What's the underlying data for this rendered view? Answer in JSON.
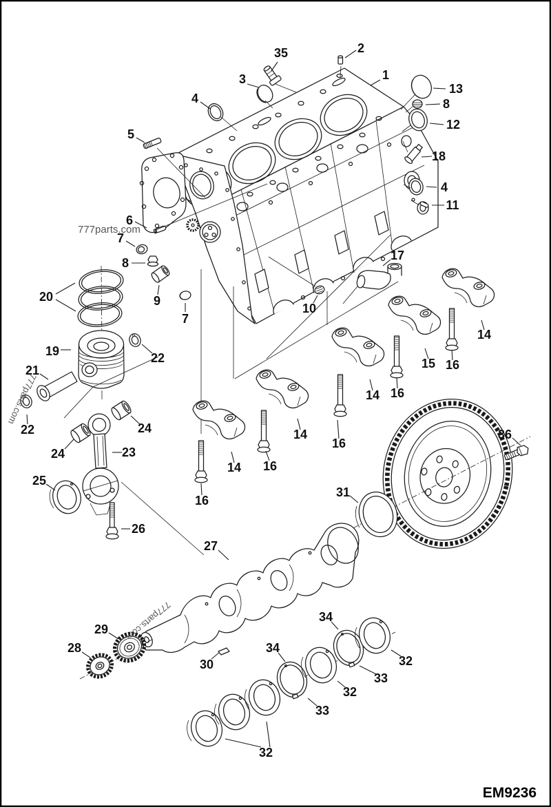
{
  "figure": {
    "code": "EM9236"
  },
  "watermark": {
    "text": "777parts.com"
  },
  "palette": {
    "line": "#1b1b1b",
    "background": "#ffffff",
    "watermark": "#474747"
  },
  "callouts": [
    {
      "n": "35"
    },
    {
      "n": "2"
    },
    {
      "n": "1"
    },
    {
      "n": "3"
    },
    {
      "n": "13"
    },
    {
      "n": "8"
    },
    {
      "n": "12"
    },
    {
      "n": "4"
    },
    {
      "n": "18"
    },
    {
      "n": "4"
    },
    {
      "n": "11"
    },
    {
      "n": "5"
    },
    {
      "n": "6"
    },
    {
      "n": "7"
    },
    {
      "n": "8"
    },
    {
      "n": "9"
    },
    {
      "n": "7"
    },
    {
      "n": "20"
    },
    {
      "n": "10"
    },
    {
      "n": "17"
    },
    {
      "n": "19"
    },
    {
      "n": "22"
    },
    {
      "n": "21"
    },
    {
      "n": "22"
    },
    {
      "n": "24"
    },
    {
      "n": "24"
    },
    {
      "n": "23"
    },
    {
      "n": "25"
    },
    {
      "n": "26"
    },
    {
      "n": "14"
    },
    {
      "n": "16"
    },
    {
      "n": "14"
    },
    {
      "n": "16"
    },
    {
      "n": "14"
    },
    {
      "n": "16"
    },
    {
      "n": "15"
    },
    {
      "n": "16"
    },
    {
      "n": "14"
    },
    {
      "n": "16"
    },
    {
      "n": "36"
    },
    {
      "n": "31"
    },
    {
      "n": "27"
    },
    {
      "n": "29"
    },
    {
      "n": "28"
    },
    {
      "n": "30"
    },
    {
      "n": "34"
    },
    {
      "n": "33"
    },
    {
      "n": "32"
    },
    {
      "n": "34"
    },
    {
      "n": "33"
    },
    {
      "n": "32"
    },
    {
      "n": "32"
    }
  ]
}
